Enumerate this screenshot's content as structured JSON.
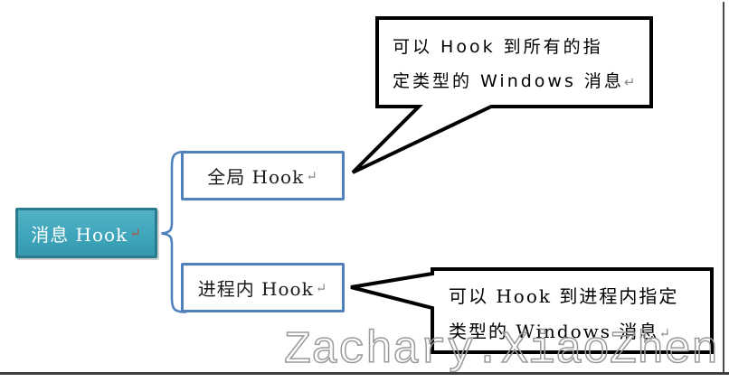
{
  "page": {
    "watermark": "Zachary.XiaoZhen"
  },
  "diagram": {
    "root": {
      "label": "消息 Hook",
      "mark": "↵"
    },
    "branches": [
      {
        "label": "全局 Hook",
        "mark": "↵"
      },
      {
        "label": "进程内 Hook",
        "mark": "↵"
      }
    ],
    "callouts": [
      {
        "line1": "可以 Hook 到所有的指",
        "line2": "定类型的 Windows 消息",
        "mark": "↵"
      },
      {
        "line1": "可以 Hook 到进程内指定",
        "line2": "类型的 Windows 消息",
        "mark": "↵"
      }
    ]
  },
  "colors": {
    "node_border_blue": "#4f81bd",
    "root_fill_teal": "#3fa6bb",
    "root_border_teal": "#2b7b8f",
    "callout_border": "#000000",
    "watermark_gray": "#9a9a9a",
    "page_border": "#3f3f3f"
  }
}
